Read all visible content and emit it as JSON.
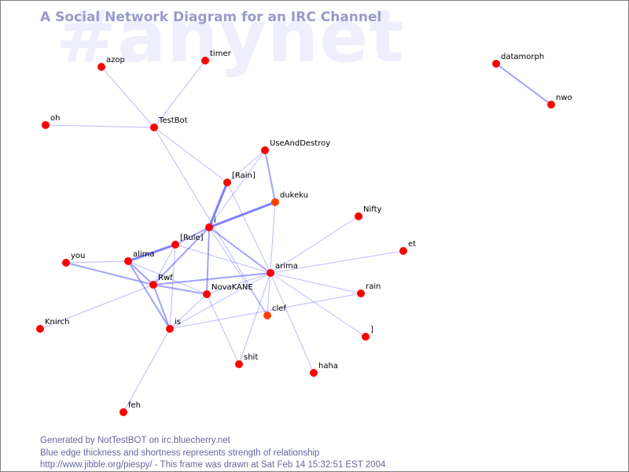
{
  "watermark": "#anynet",
  "title": "A Social Network Diagram for an IRC Channel",
  "colors": {
    "node": "#ff0000",
    "node_alt": "#ff4000",
    "edge": "#5555ff",
    "title": "#9999cc",
    "footer": "#6666a0"
  },
  "nodes": [
    "azop",
    "timer",
    "oh",
    "TestBot",
    "datamorph",
    "nwo",
    "UseAndDestroy",
    "[Rain]",
    "dukeku",
    "Nifty",
    "i",
    "[Rule]",
    "et",
    "you",
    "alima",
    "arima",
    "Rwf",
    "NovaKANE",
    "rain",
    "clef",
    "Knirch",
    "is",
    "]",
    "shit",
    "haha",
    "feh"
  ],
  "edges": [
    [
      "azop",
      "TestBot",
      1
    ],
    [
      "timer",
      "TestBot",
      1
    ],
    [
      "oh",
      "TestBot",
      1
    ],
    [
      "TestBot",
      "[Rain]",
      1
    ],
    [
      "TestBot",
      "clef",
      1
    ],
    [
      "datamorph",
      "nwo",
      2
    ],
    [
      "UseAndDestroy",
      "[Rain]",
      1
    ],
    [
      "UseAndDestroy",
      "i",
      1
    ],
    [
      "UseAndDestroy",
      "dukeku",
      2
    ],
    [
      "[Rain]",
      "i",
      3
    ],
    [
      "[Rain]",
      "arima",
      1
    ],
    [
      "dukeku",
      "i",
      3
    ],
    [
      "dukeku",
      "clef",
      1
    ],
    [
      "i",
      "[Rule]",
      2
    ],
    [
      "i",
      "Rwf",
      2
    ],
    [
      "i",
      "NovaKANE",
      2
    ],
    [
      "i",
      "arima",
      2
    ],
    [
      "i",
      "clef",
      1
    ],
    [
      "[Rule]",
      "alima",
      3
    ],
    [
      "[Rule]",
      "Rwf",
      1
    ],
    [
      "[Rule]",
      "is",
      1
    ],
    [
      "[Rule]",
      "arima",
      1
    ],
    [
      "alima",
      "Rwf",
      2
    ],
    [
      "alima",
      "is",
      2
    ],
    [
      "alima",
      "NovaKANE",
      1
    ],
    [
      "you",
      "alima",
      1
    ],
    [
      "you",
      "Rwf",
      2
    ],
    [
      "Rwf",
      "arima",
      2
    ],
    [
      "Rwf",
      "NovaKANE",
      2
    ],
    [
      "Rwf",
      "is",
      2
    ],
    [
      "Rwf",
      "Knirch",
      1
    ],
    [
      "NovaKANE",
      "shit",
      1
    ],
    [
      "NovaKANE",
      "is",
      1
    ],
    [
      "NovaKANE",
      "arima",
      1
    ],
    [
      "arima",
      "Nifty",
      1
    ],
    [
      "arima",
      "et",
      1
    ],
    [
      "arima",
      "rain",
      1
    ],
    [
      "arima",
      "]",
      1
    ],
    [
      "arima",
      "haha",
      1
    ],
    [
      "arima",
      "shit",
      1
    ],
    [
      "arima",
      "is",
      1
    ],
    [
      "is",
      "rain",
      1
    ],
    [
      "is",
      "feh",
      1
    ]
  ],
  "footer": {
    "line1": "Generated by NotTestBOT on irc.bluecherry.net",
    "line2": "Blue edge thickness and shortness represents strength of relationship",
    "line3": "http://www.jibble.org/piespy/ - This frame was drawn at Sat Feb 14 15:32:51 EST 2004"
  }
}
